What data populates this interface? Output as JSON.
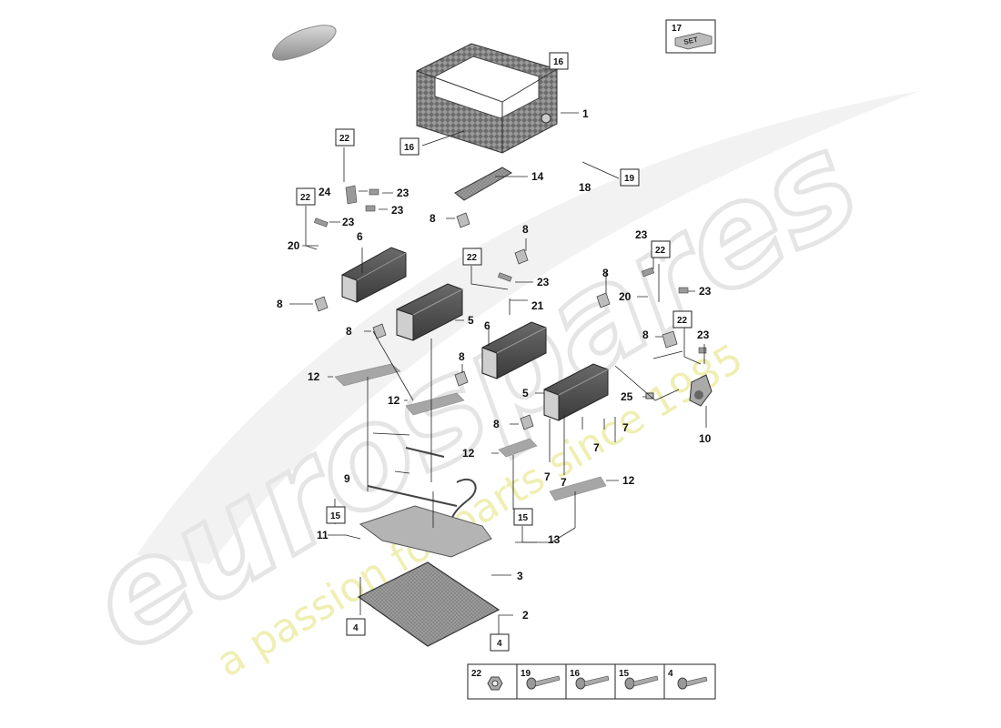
{
  "watermark": {
    "brand": "eurospares",
    "tagline": "a passion for parts since 1985"
  },
  "set_label": "SET",
  "callouts": {
    "c1": "1",
    "c2": "2",
    "c3": "3",
    "c5a": "5",
    "c5b": "5",
    "c6a": "6",
    "c6b": "6",
    "c7a": "7",
    "c7b": "7",
    "c7c": "7",
    "c7d": "7",
    "c8a": "8",
    "c8b": "8",
    "c8c": "8",
    "c8d": "8",
    "c8e": "8",
    "c8f": "8",
    "c8g": "8",
    "c8h": "8",
    "c9": "9",
    "c10": "10",
    "c11": "11",
    "c12a": "12",
    "c12b": "12",
    "c12c": "12",
    "c12d": "12",
    "c13": "13",
    "c14": "14",
    "c18": "18",
    "c20a": "20",
    "c20b": "20",
    "c21": "21",
    "c23a": "23",
    "c23b": "23",
    "c23c": "23",
    "c23d": "23",
    "c23e": "23",
    "c23f": "23",
    "c23g": "23",
    "c24": "24",
    "c25": "25"
  },
  "boxed": {
    "b16a": "16",
    "b16b": "16",
    "b17": "17",
    "b19": "19",
    "b22a": "22",
    "b22b": "22",
    "b22c": "22",
    "b22d": "22",
    "b22e": "22",
    "b15a": "15",
    "b15b": "15",
    "b4a": "4",
    "b4b": "4"
  },
  "fastener_legend": [
    {
      "num": "22",
      "icon": "nut-icon"
    },
    {
      "num": "19",
      "icon": "bolt-icon"
    },
    {
      "num": "16",
      "icon": "bolt-icon"
    },
    {
      "num": "15",
      "icon": "bolt-icon"
    },
    {
      "num": "4",
      "icon": "bolt-icon"
    }
  ],
  "colors": {
    "line": "#222222",
    "part_dark": "#555555",
    "part_mid": "#8a8a8a",
    "part_light": "#c8c8c8",
    "watermark_gray": "#e9e9e9",
    "watermark_yellow": "#f1f1b0"
  }
}
